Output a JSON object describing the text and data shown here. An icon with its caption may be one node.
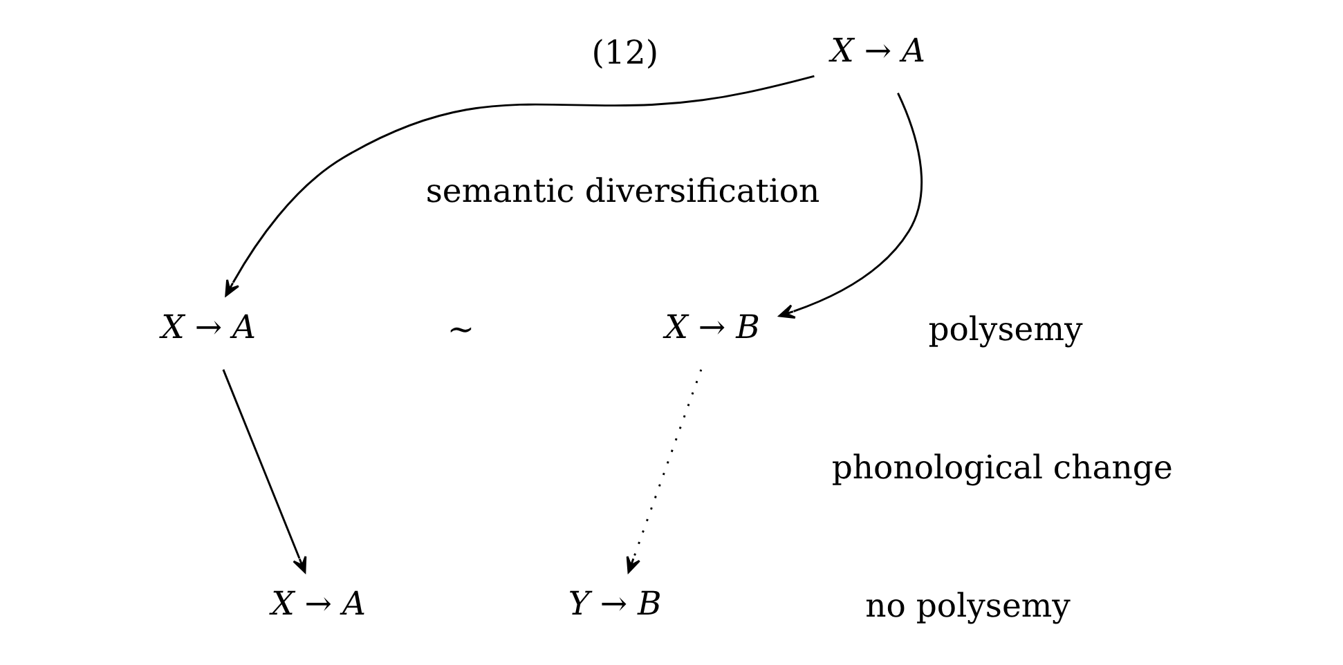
{
  "diagram": {
    "nodes": [
      {
        "text": [
          "X → A"
        ]
      },
      {
        "text": [
          "X → A"
        ]
      },
      {
        "text": [
          "X → B"
        ]
      },
      {
        "text": [
          "X → A"
        ]
      },
      {
        "text": [
          "Y → B"
        ]
      }
    ],
    "edges": [
      {
        "from": 0,
        "to": 1,
        "arrow": "to"
      },
      {
        "from": 0,
        "to": 2,
        "arrow": "to"
      },
      {
        "from": 1,
        "to": 3,
        "arrow": "to"
      },
      {
        "from": 2,
        "to": 4,
        "arrow": "to",
        "style": "dashed"
      }
    ],
    "labels": [
      "(12)",
      "semantic diversification",
      "∼",
      "polysemy",
      "phonological change",
      "no polysemy"
    ]
  }
}
